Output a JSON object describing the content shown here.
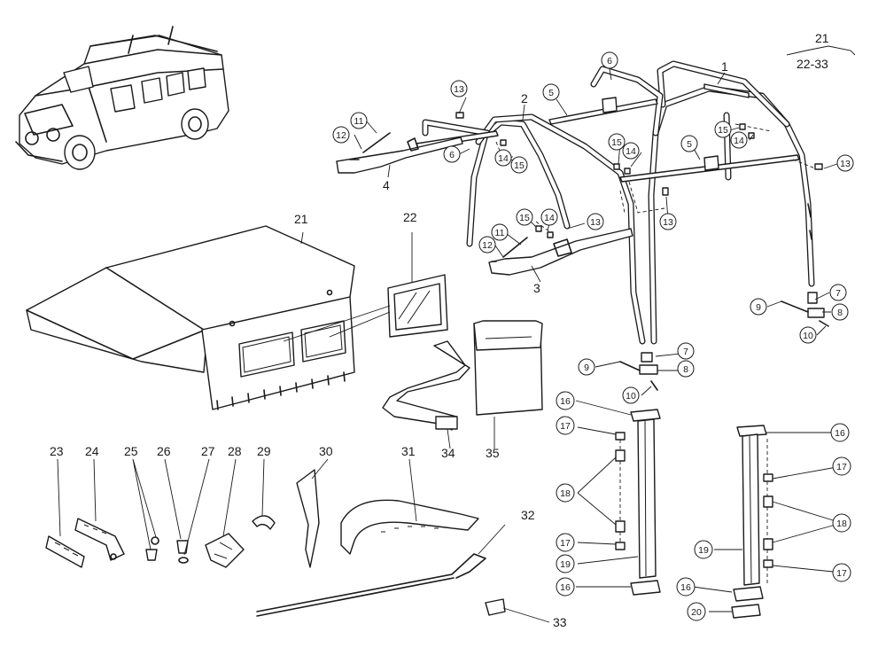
{
  "reference": {
    "top": "21",
    "bottom": "22-33"
  },
  "labels": {
    "l1": "1",
    "l2": "2",
    "l3": "3",
    "l4": "4",
    "l5a": "5",
    "l5b": "5",
    "l6a": "6",
    "l6b": "6",
    "l7a": "7",
    "l7b": "7",
    "l8a": "8",
    "l8b": "8",
    "l9a": "9",
    "l9b": "9",
    "l10a": "10",
    "l10b": "10",
    "l11a": "11",
    "l11b": "11",
    "l12a": "12",
    "l12b": "12",
    "l13a": "13",
    "l13b": "13",
    "l13c": "13",
    "l13d": "13",
    "l14a": "14",
    "l14b": "14",
    "l14c": "14",
    "l14d": "14",
    "l15a": "15",
    "l15b": "15",
    "l15c": "15",
    "l15d": "15",
    "l16a": "16",
    "l16b": "16",
    "l16c": "16",
    "l16d": "16",
    "l17a": "17",
    "l17b": "17",
    "l17c": "17",
    "l17d": "17",
    "l18a": "18",
    "l18b": "18",
    "l19a": "19",
    "l19b": "19",
    "l20": "20",
    "l21": "21",
    "l22": "22",
    "l23": "23",
    "l24": "24",
    "l25": "25",
    "l26": "26",
    "l27": "27",
    "l28": "28",
    "l29": "29",
    "l30": "30",
    "l31": "31",
    "l32": "32",
    "l33": "33",
    "l34": "34",
    "l35": "35"
  }
}
